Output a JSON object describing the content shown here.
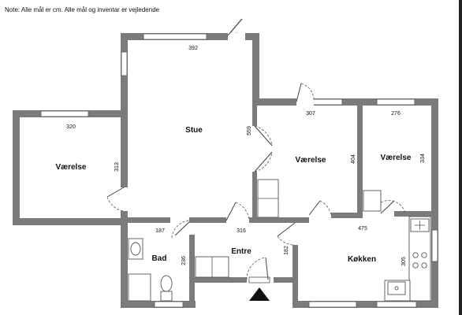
{
  "note": "Note: Alle mål er cm. Alle mål og inventar er vejledende",
  "rooms": {
    "stue": "Stue",
    "vaerelse_left": "Værelse",
    "vaerelse_mid": "Værelse",
    "vaerelse_right": "Værelse",
    "bad": "Bad",
    "entre": "Entre",
    "koekken": "Køkken"
  },
  "dimensions": {
    "stue_width": "392",
    "stue_depth": "559",
    "left_room_width": "320",
    "left_room_depth": "313",
    "mid_room_width": "307",
    "mid_room_depth": "404",
    "right_room_width": "276",
    "right_room_depth": "334",
    "bath_width": "187",
    "bath_depth": "236",
    "entre_width": "316",
    "entre_depth": "182",
    "kitchen_width": "475",
    "kitchen_depth": "305"
  },
  "icons": {
    "entrance": "entrance-arrow-icon"
  },
  "colors": {
    "wall": "#7b7b7b",
    "background": "#ffffff"
  }
}
